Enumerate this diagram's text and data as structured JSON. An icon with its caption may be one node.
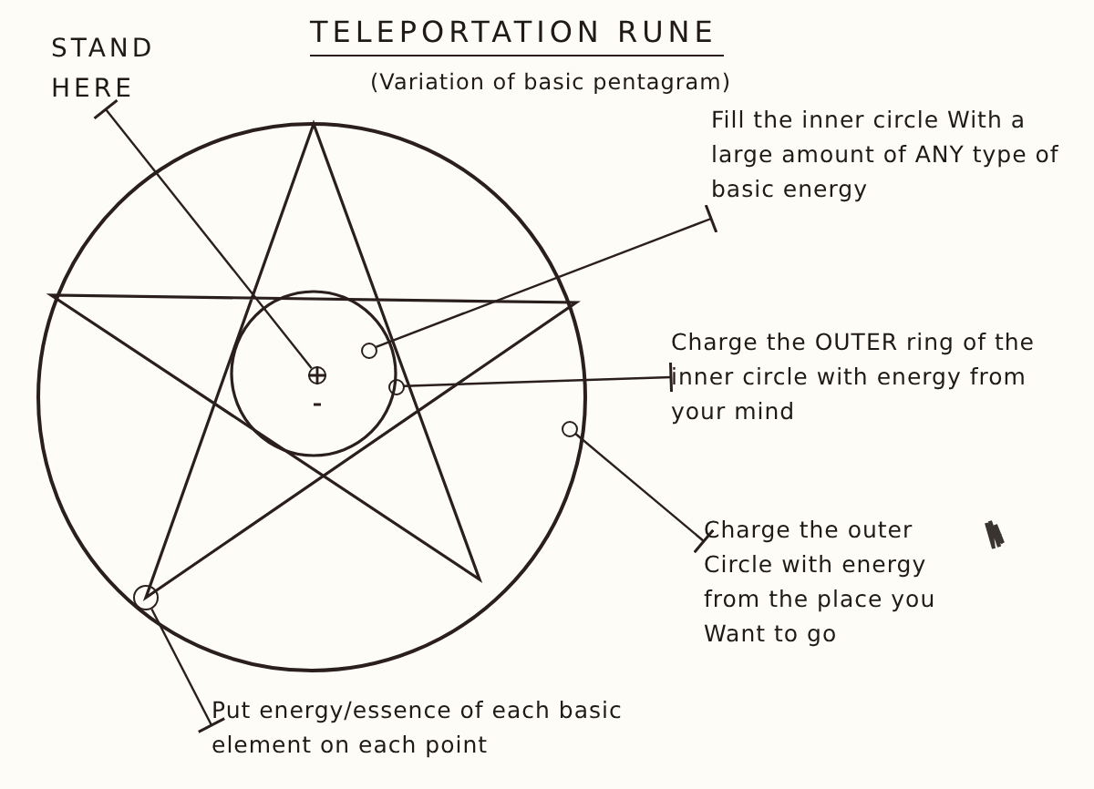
{
  "diagram": {
    "title": "TELEPORTATION RUNE",
    "nodes": [
      {
        "text": [
          "STAND HERE"
        ]
      },
      {
        "text": [],
        "shape": "circle"
      },
      {
        "text": [
          "Fill the inner circle With a large amount of ANY type of basic energy"
        ]
      },
      {
        "text": [],
        "shape": "circle"
      },
      {
        "text": [
          "Charge the OUTER ring of the inner circle with energy from your mind"
        ]
      },
      {
        "text": [],
        "shape": "circle"
      },
      {
        "text": [
          "Charge the outer Circle with energy from the place you Want to go"
        ]
      },
      {
        "text": [],
        "shape": "circle"
      },
      {
        "text": [
          "Put energy/essence of each basic element on each point"
        ]
      },
      {
        "text": [],
        "shape": "circle"
      }
    ],
    "edges": [
      {
        "from": 0,
        "to": 1,
        "arrow": "other"
      },
      {
        "from": 2,
        "to": 3,
        "arrow": "other"
      },
      {
        "from": 4,
        "to": 5,
        "arrow": "other"
      },
      {
        "from": 6,
        "to": 7,
        "arrow": "other"
      },
      {
        "from": 8,
        "to": 9,
        "arrow": "other"
      }
    ],
    "labels": [
      "(Variation of basic pentagram)"
    ]
  }
}
